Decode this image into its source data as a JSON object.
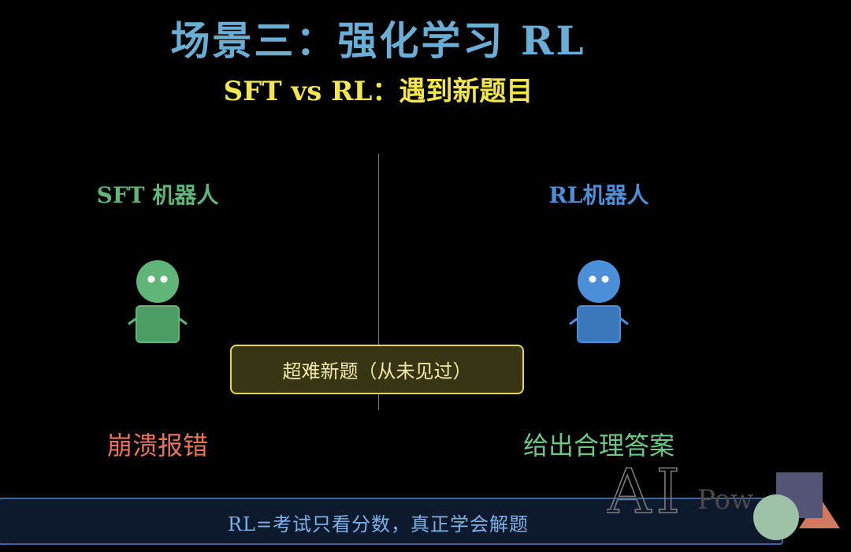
{
  "slide": {
    "title": "场景三：强化学习 RL",
    "subtitle": "SFT vs RL：遇到新题目"
  },
  "left_robot": {
    "label": "SFT 机器人",
    "result": "崩溃报错",
    "color": "#5fb678"
  },
  "right_robot": {
    "label": "RL机器人",
    "result": "给出合理答案",
    "color": "#4a8fd8"
  },
  "question": {
    "text": "超难新题（从未见过）"
  },
  "footer": {
    "text": "RL=考试只看分数，真正学会解题"
  },
  "logo": {
    "text_a": "AI",
    "text_b": "Pow"
  },
  "colors": {
    "title": "#6aaed6",
    "subtitle": "#f2e64c",
    "question_border": "#e3d84a",
    "footer_border": "#3a67a3"
  }
}
